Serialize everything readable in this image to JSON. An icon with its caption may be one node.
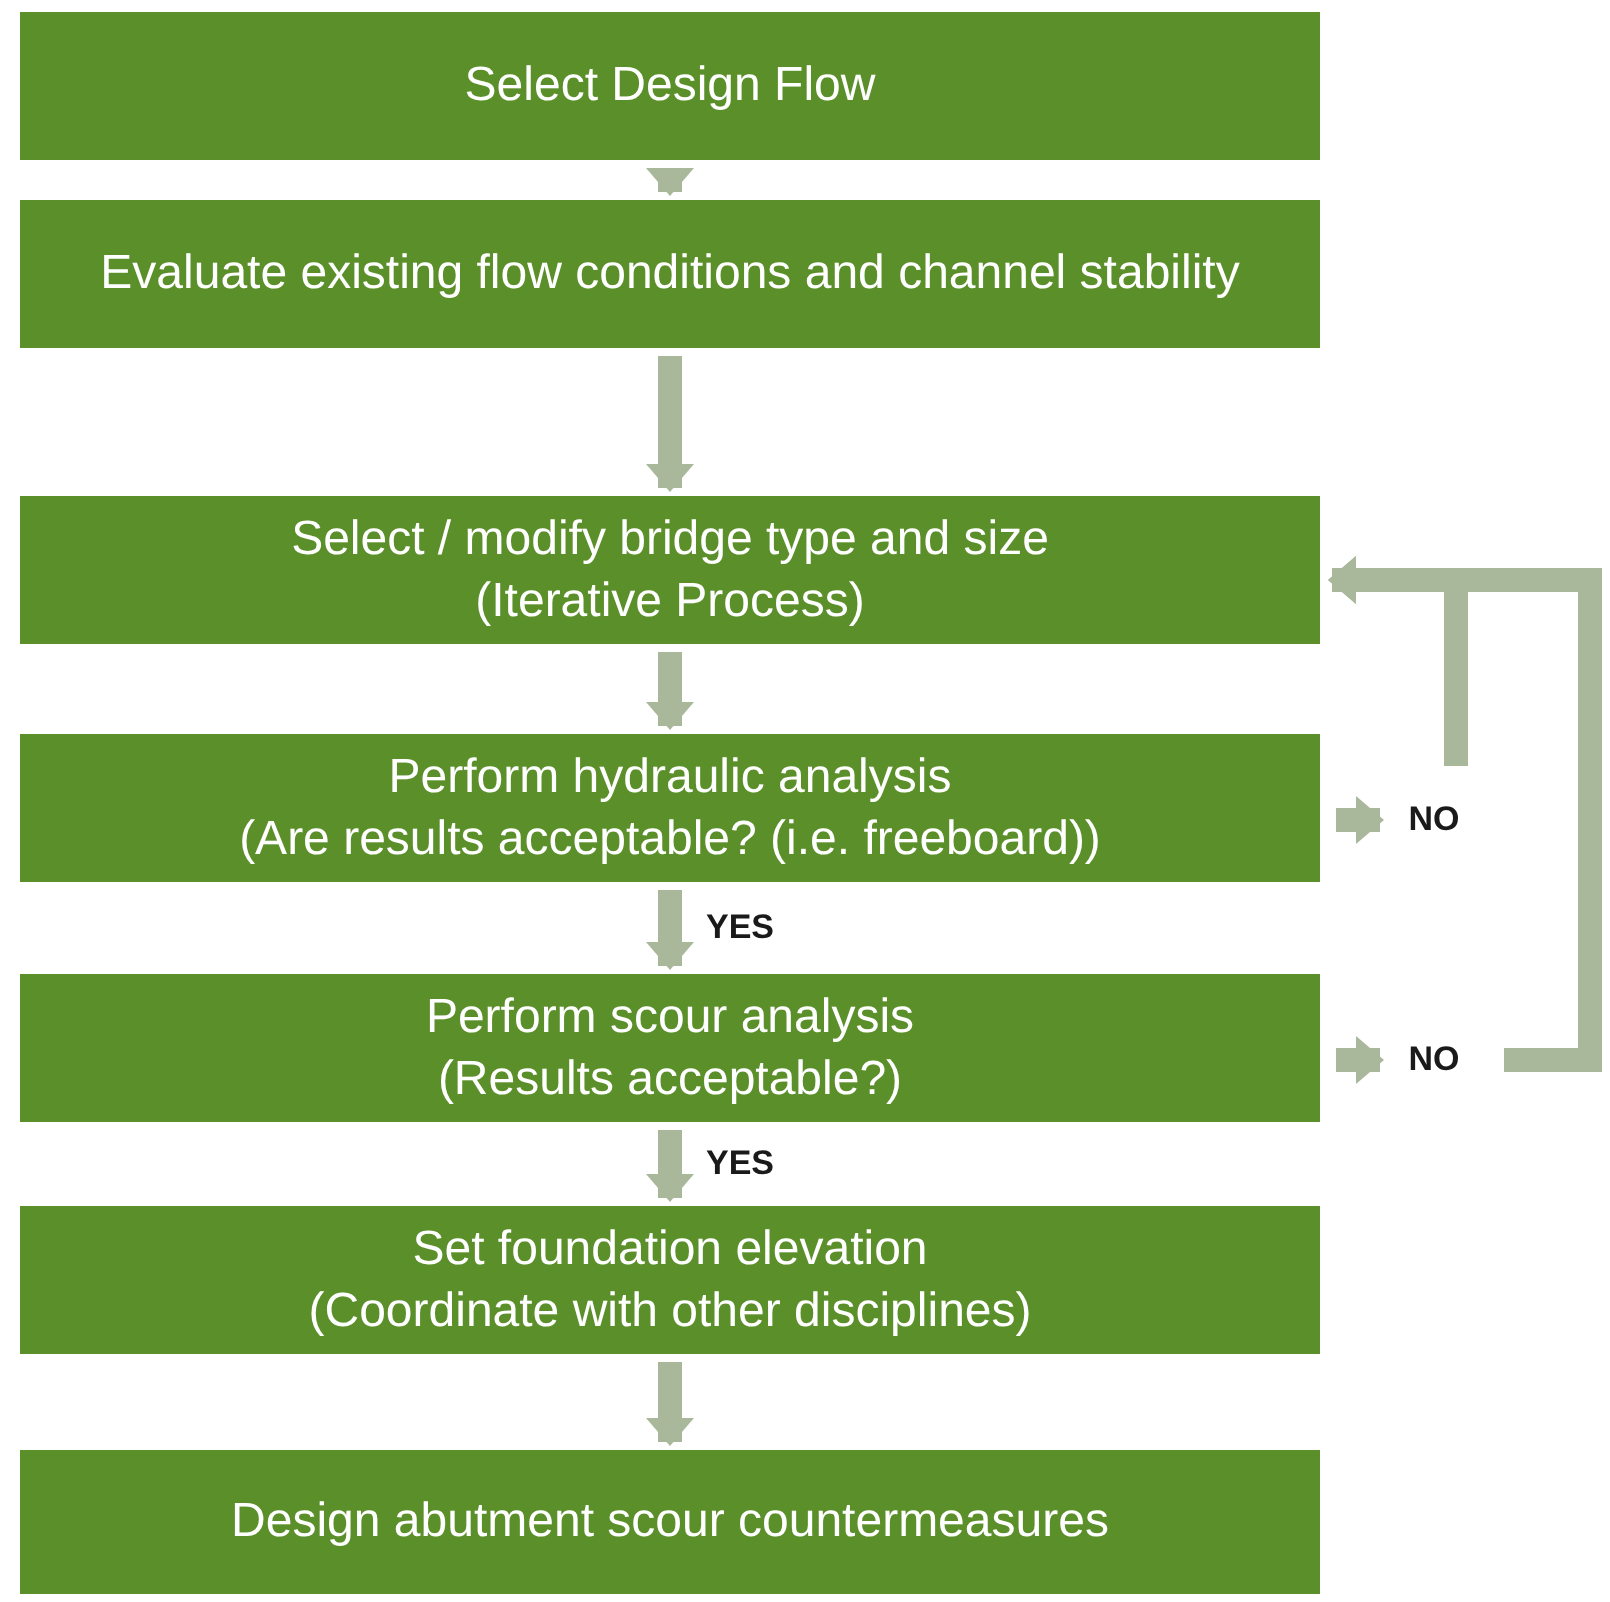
{
  "diagram": {
    "nodes": [
      {
        "text": [
          "Select Design Flow"
        ]
      },
      {
        "text": [
          "Evaluate existing flow conditions and channel stability"
        ]
      },
      {
        "text": [
          "Select / modify bridge type and size",
          "(Iterative Process)"
        ]
      },
      {
        "text": [
          "Perform hydraulic analysis",
          "(Are results acceptable? (i.e. freeboard))"
        ]
      },
      {
        "text": [
          "Perform scour analysis",
          "(Results acceptable?)"
        ]
      },
      {
        "text": [
          "Set foundation elevation",
          "(Coordinate with other disciplines)"
        ]
      },
      {
        "text": [
          "Design abutment scour countermeasures"
        ]
      },
      {
        "text": [
          "NO"
        ]
      },
      {
        "text": [
          "NO"
        ]
      }
    ],
    "edges": [
      {
        "from": 0,
        "to": 1,
        "arrow": "to"
      },
      {
        "from": 1,
        "to": 2,
        "arrow": "to"
      },
      {
        "from": 2,
        "to": 3,
        "arrow": "to"
      },
      {
        "from": 3,
        "to": 4,
        "arrow": "to",
        "label": "YES"
      },
      {
        "from": 4,
        "to": 5,
        "arrow": "to",
        "label": "YES"
      },
      {
        "from": 5,
        "to": 6,
        "arrow": "to"
      },
      {
        "from": 3,
        "to": 7,
        "arrow": "to"
      },
      {
        "from": 4,
        "to": 8,
        "arrow": "to"
      },
      {
        "from": 7,
        "to": 2,
        "arrow": "to"
      },
      {
        "from": 8,
        "to": 2,
        "arrow": "to"
      }
    ]
  }
}
